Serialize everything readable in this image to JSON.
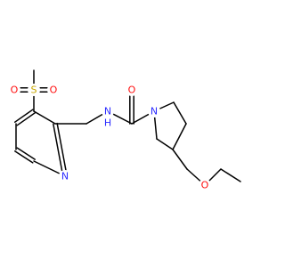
{
  "molecule": {
    "colors": {
      "bond": "#000000",
      "C": "#000000",
      "N": "#2c2cff",
      "O": "#ff0d0d",
      "S": "#c8a800"
    },
    "atoms": [
      {
        "id": "S1",
        "label": "S",
        "element": "S"
      },
      {
        "id": "O1",
        "label": "O",
        "element": "O"
      },
      {
        "id": "O2",
        "label": "O",
        "element": "O"
      },
      {
        "id": "N_pyr",
        "label": "N",
        "element": "N"
      },
      {
        "id": "N_amide",
        "label": "N",
        "element": "N"
      },
      {
        "id": "H_amide",
        "label": "H",
        "element": "N"
      },
      {
        "id": "O_carbonyl",
        "label": "O",
        "element": "O"
      },
      {
        "id": "N_pyrrolidine",
        "label": "N",
        "element": "N"
      },
      {
        "id": "O_ether",
        "label": "O",
        "element": "O"
      }
    ]
  }
}
